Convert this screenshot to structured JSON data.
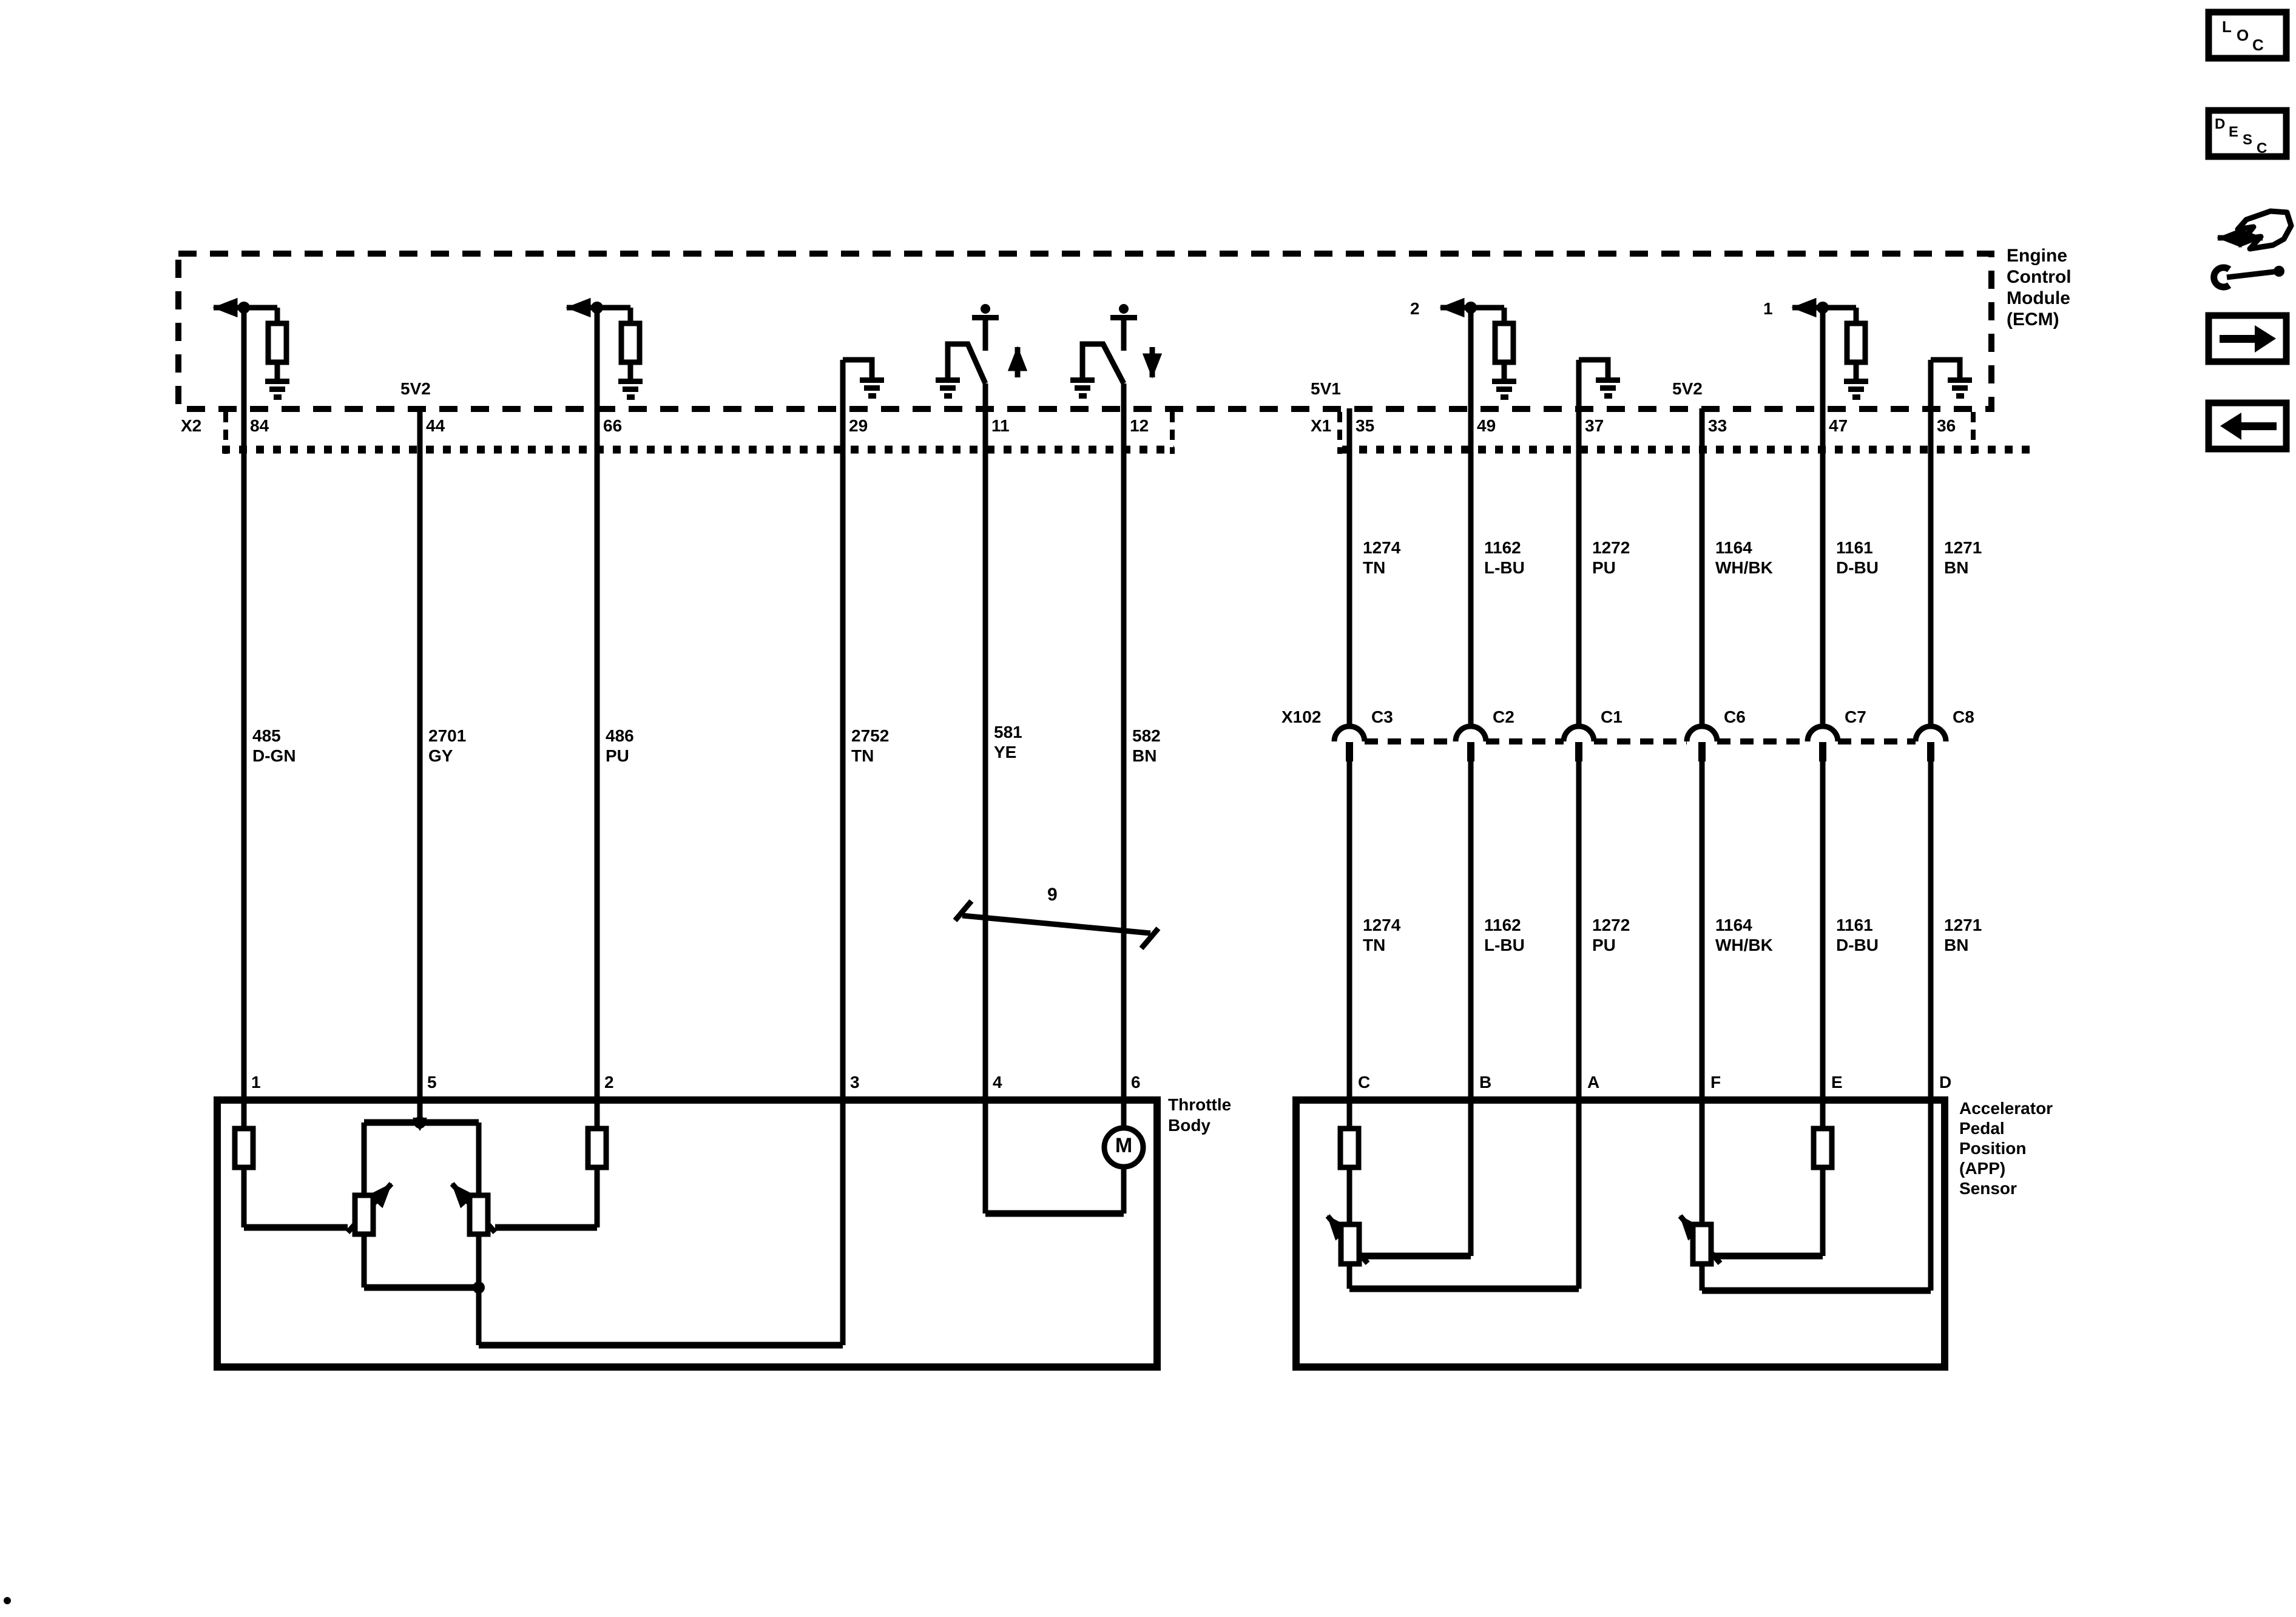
{
  "ecm": {
    "title_lines": [
      "Engine",
      "Control",
      "Module",
      "(ECM)"
    ],
    "x2_label": "X2",
    "x1_label": "X1",
    "left_pins": [
      "84",
      "44",
      "66",
      "29",
      "11",
      "12"
    ],
    "right_pins": [
      "35",
      "49",
      "37",
      "33",
      "47",
      "36"
    ],
    "ref_left": "5V2",
    "ref_right_1": "5V1",
    "ref_right_2": "5V2",
    "driver_terminals": [
      "2",
      "1"
    ]
  },
  "wires_left": [
    {
      "circuit": "485",
      "color": "D-GN"
    },
    {
      "circuit": "2701",
      "color": "GY"
    },
    {
      "circuit": "486",
      "color": "PU"
    },
    {
      "circuit": "2752",
      "color": "TN"
    },
    {
      "circuit": "581",
      "color": "YE"
    },
    {
      "circuit": "582",
      "color": "BN"
    }
  ],
  "wires_right": [
    {
      "circuit": "1274",
      "color": "TN"
    },
    {
      "circuit": "1162",
      "color": "L-BU"
    },
    {
      "circuit": "1272",
      "color": "PU"
    },
    {
      "circuit": "1164",
      "color": "WH/BK"
    },
    {
      "circuit": "1161",
      "color": "D-BU"
    },
    {
      "circuit": "1271",
      "color": "BN"
    }
  ],
  "x102": {
    "label": "X102",
    "cavities": [
      "C3",
      "C2",
      "C1",
      "C6",
      "C7",
      "C8"
    ]
  },
  "harness_marker": "9",
  "throttle_body": {
    "title_lines": [
      "Throttle",
      "Body"
    ],
    "pins": [
      "1",
      "5",
      "2",
      "3",
      "4",
      "6"
    ],
    "motor": "M"
  },
  "app_sensor": {
    "title_lines": [
      "Accelerator",
      "Pedal",
      "Position",
      "(APP)",
      "Sensor"
    ],
    "pins": [
      "C",
      "B",
      "A",
      "F",
      "E",
      "D"
    ]
  },
  "icons": {
    "loc": [
      "L",
      "O",
      "C"
    ],
    "desc": [
      "D",
      "E",
      "S",
      "C"
    ]
  },
  "colors": {
    "line": "#000000",
    "background": "#ffffff"
  }
}
